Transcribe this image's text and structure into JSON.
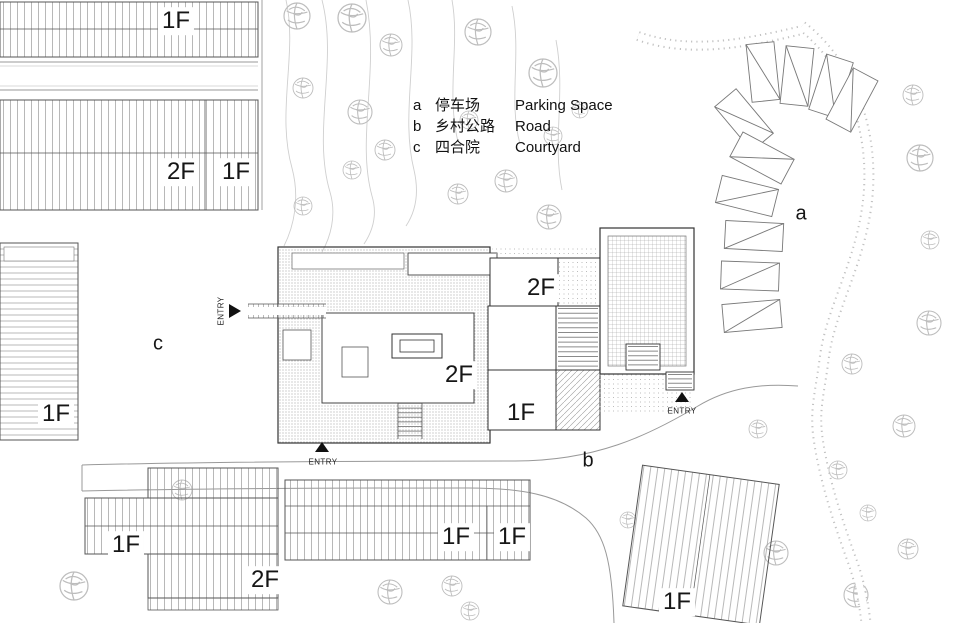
{
  "legend": {
    "items": [
      {
        "key": "a",
        "zh": "停车场",
        "en": "Parking Space"
      },
      {
        "key": "b",
        "zh": "乡村公路",
        "en": "Road"
      },
      {
        "key": "c",
        "zh": "四合院",
        "en": "Courtyard"
      }
    ]
  },
  "area_labels": {
    "a": "a",
    "b": "b",
    "c": "c"
  },
  "entry_labels": {
    "left": "ENTRY",
    "bottom": "ENTRY",
    "right": "ENTRY"
  },
  "floors": {
    "nw": "1F",
    "w_2f": "2F",
    "w_1f": "1F",
    "wm": "1F",
    "center_upper": "2F",
    "center_main": "2F",
    "center_lower": "1F",
    "sw": "1F",
    "s_2f": "2F",
    "s_mid_left": "1F",
    "s_mid_right": "1F",
    "se": "1F"
  }
}
